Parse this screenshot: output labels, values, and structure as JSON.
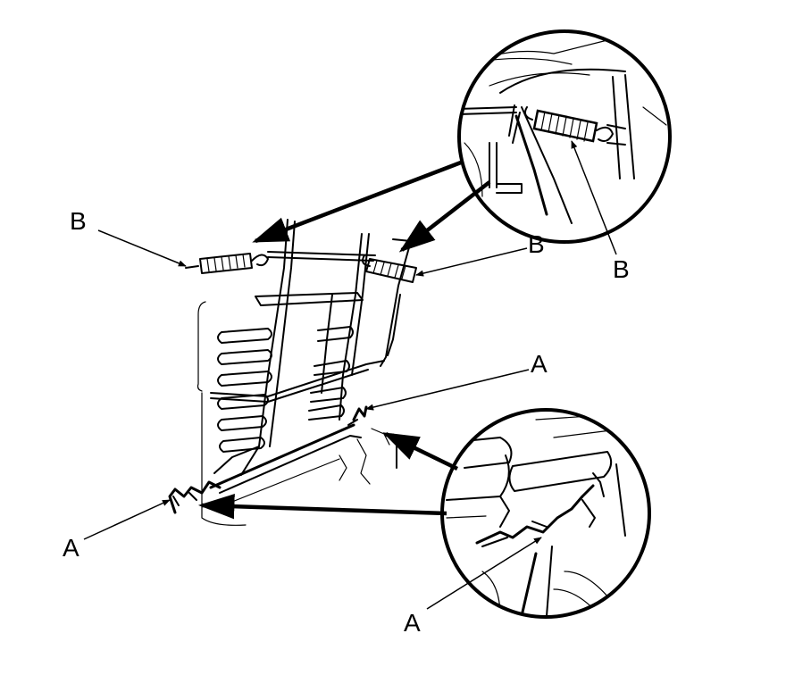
{
  "callouts": {
    "b_left": "B",
    "b_right": "B",
    "b_detail": "B",
    "a_right": "A",
    "a_left": "A",
    "a_detail": "A"
  },
  "icons": {
    "spring_b": "tension-spring-icon",
    "clip_a": "wire-clip-icon"
  }
}
